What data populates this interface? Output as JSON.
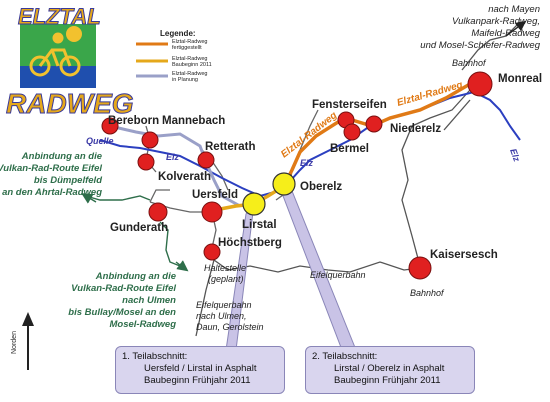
{
  "logo": {
    "top": "ELZTAL",
    "bottom": "RADWEG",
    "bike-icon": "cyclist-icon",
    "colors": {
      "text": "#e5a81b",
      "outline": "#3a3a9a",
      "green": "#3aa64a",
      "blue": "#1f4fae"
    }
  },
  "legend": {
    "title": "Legende:",
    "items": [
      {
        "text1": "Elztal-Radweg",
        "text2": "fertiggestellt",
        "color": "#e07a16"
      },
      {
        "text1": "Elztal-Radweg",
        "text2": "Baubeginn 2011",
        "color": "#e5a81b"
      },
      {
        "text1": "Elztal-Radweg",
        "text2": "in Planung",
        "color": "#9aa0c8"
      }
    ]
  },
  "northeast_note": [
    "nach Mayen",
    "Vulkanpark-Radweg,",
    "Maifeld-Radweg",
    "und Mosel-Schiefer-Radweg"
  ],
  "towns": {
    "bereborn": "Bereborn",
    "mannebach": "Mannebach",
    "retterath": "Retterath",
    "kolverath": "Kolverath",
    "uersfeld": "Uersfeld",
    "gunderath": "Gunderath",
    "lirstal": "Lirstal",
    "oberelz": "Oberelz",
    "hoechstberg": "Höchstberg",
    "fensterseifen": "Fensterseifen",
    "bermel": "Bermel",
    "niederelz": "Niederelz",
    "monreal": "Monreal",
    "kaisersesch": "Kaisersesch"
  },
  "labels": {
    "quelle": "Quelle",
    "elz1": "Elz",
    "elz2": "Elz",
    "elz3": "Elz",
    "elztal_radweg1": "Elztal-Radweg",
    "elztal_radweg2": "Elztal-Radweg",
    "bahnhof_monreal": "Bahnhof",
    "bahnhof_kaisersesch": "Bahnhof",
    "haltestelle": "Haltestelle",
    "geplant": "(geplant)",
    "eifelquerbahn": "Eifelquerbahn",
    "eifelquerbahn_note": [
      "Eifelquerbahn",
      "nach Ulmen,",
      "Daun, Gerolstein"
    ],
    "norden": "Norden"
  },
  "green_notes": {
    "top": [
      "Anbindung an die",
      "Vulkan-Rad-Route Eifel",
      "bis Dümpelfeld",
      "an den Ahrtal-Radweg"
    ],
    "bottom": [
      "Anbindung an die",
      "Vulkan-Rad-Route Eifel",
      "nach Ulmen",
      "bis Bullay/Mosel an den",
      "Mosel-Radweg"
    ]
  },
  "boxes": {
    "first": [
      "1. Teilabschnitt:",
      "Uersfeld / Lirstal in Asphalt",
      "Baubeginn Frühjahr 2011"
    ],
    "second": [
      "2. Teilabschnitt:",
      "Lirstal / Oberelz in Asphalt",
      "Baubeginn Frühjahr 2011"
    ]
  }
}
